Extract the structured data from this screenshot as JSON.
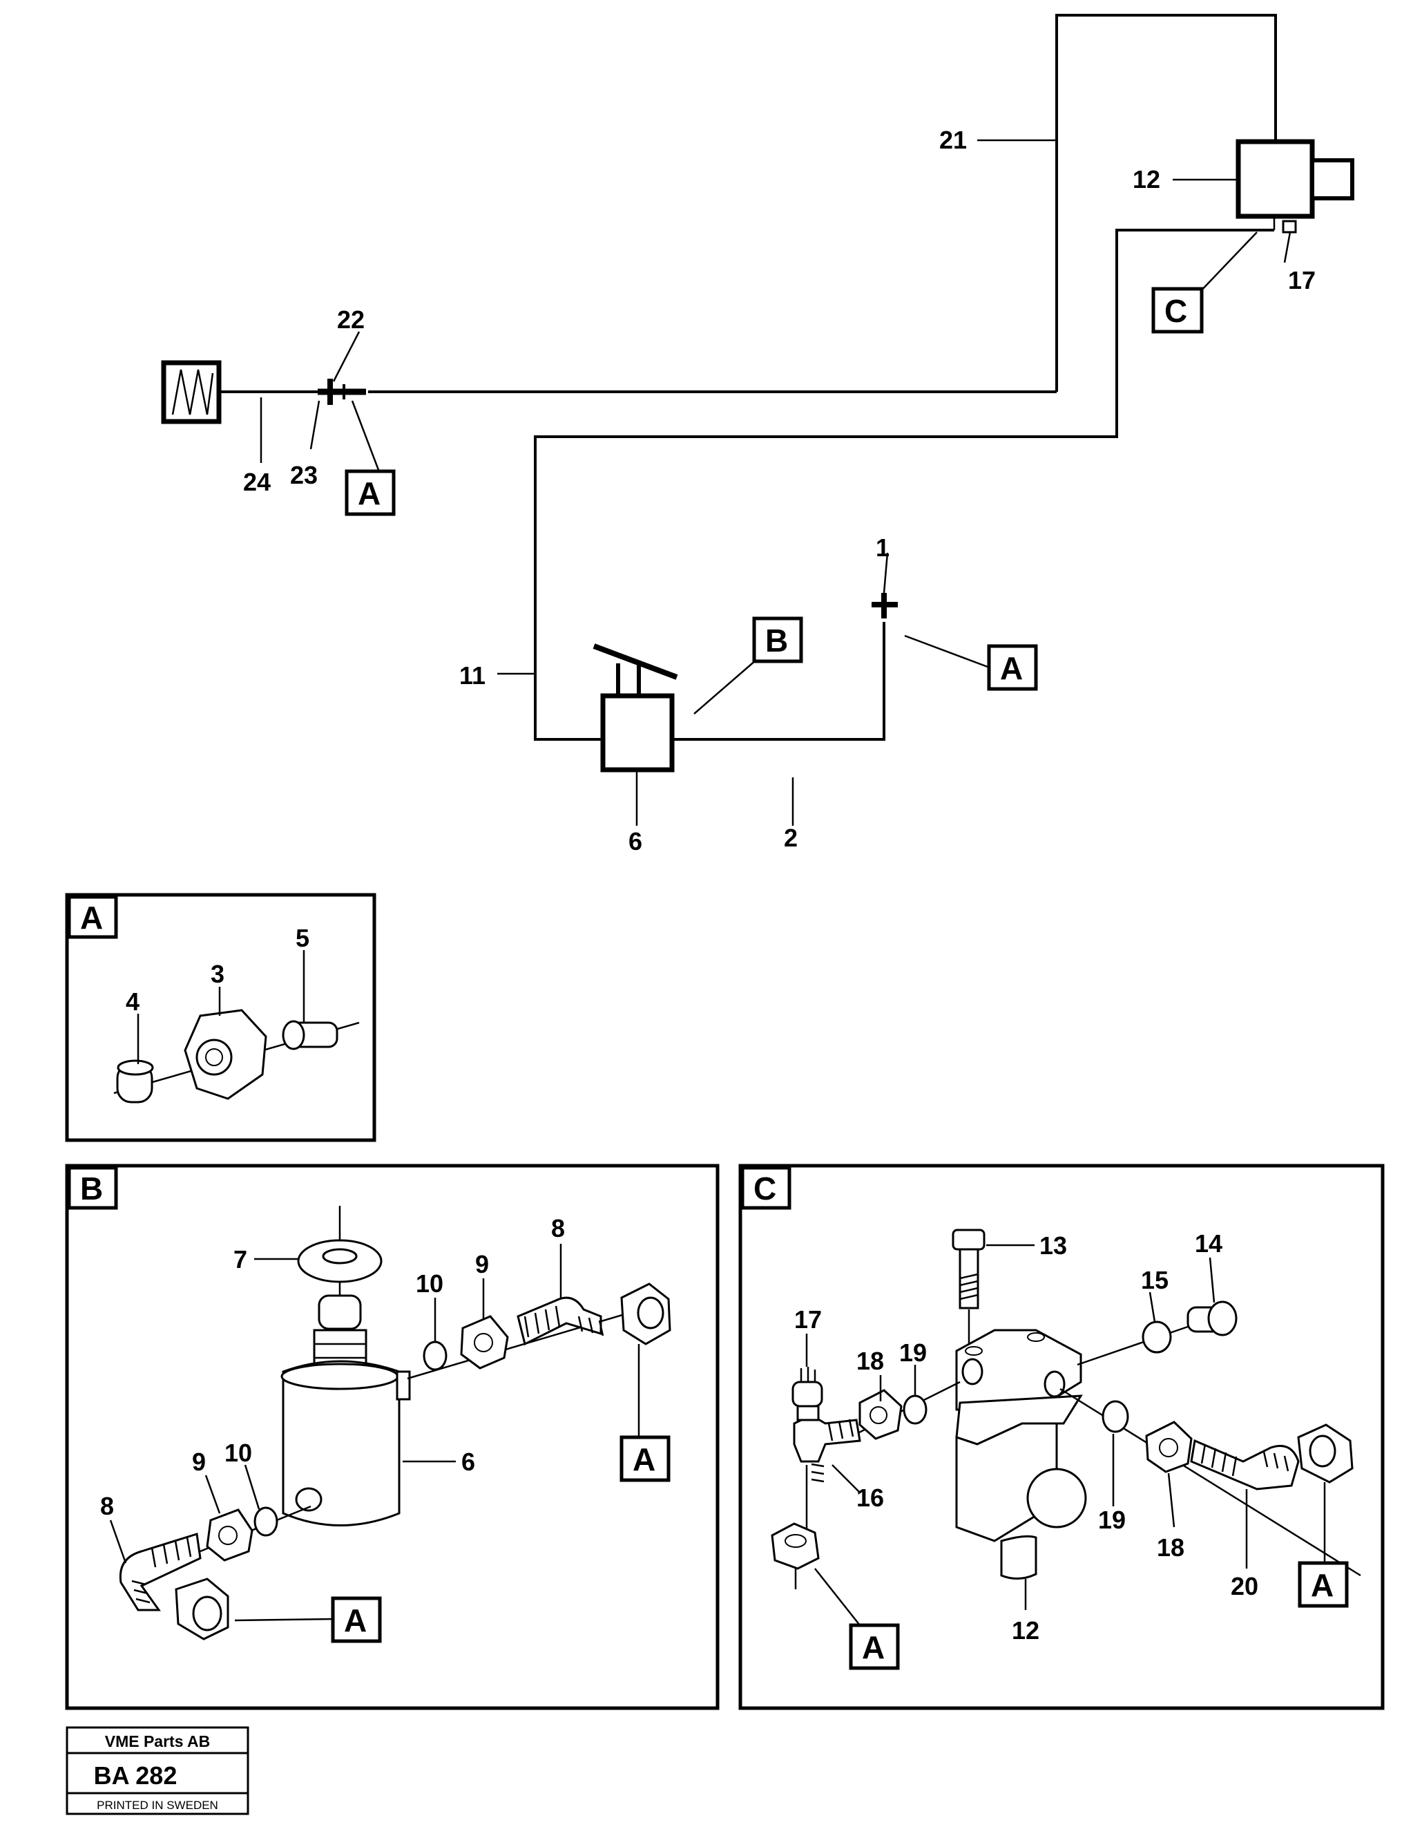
{
  "callouts": {
    "n1": "1",
    "n2": "2",
    "n3": "3",
    "n4": "4",
    "n5": "5",
    "n6": "6",
    "n6b": "6",
    "n7": "7",
    "n8a": "8",
    "n8b": "8",
    "n9a": "9",
    "n9b": "9",
    "n10a": "10",
    "n10b": "10",
    "n11": "11",
    "n12": "12",
    "n12b": "12",
    "n13": "13",
    "n14": "14",
    "n15": "15",
    "n16": "16",
    "n17": "17",
    "n17b": "17",
    "n18a": "18",
    "n18b": "18",
    "n19a": "19",
    "n19b": "19",
    "n20": "20",
    "n21": "21",
    "n22": "22",
    "n23": "23",
    "n24": "24"
  },
  "tags": {
    "a": "A",
    "b": "B",
    "c": "C"
  },
  "title_block": {
    "company": "VME Parts AB",
    "code": "BA 282",
    "printed": "PRINTED IN SWEDEN"
  }
}
